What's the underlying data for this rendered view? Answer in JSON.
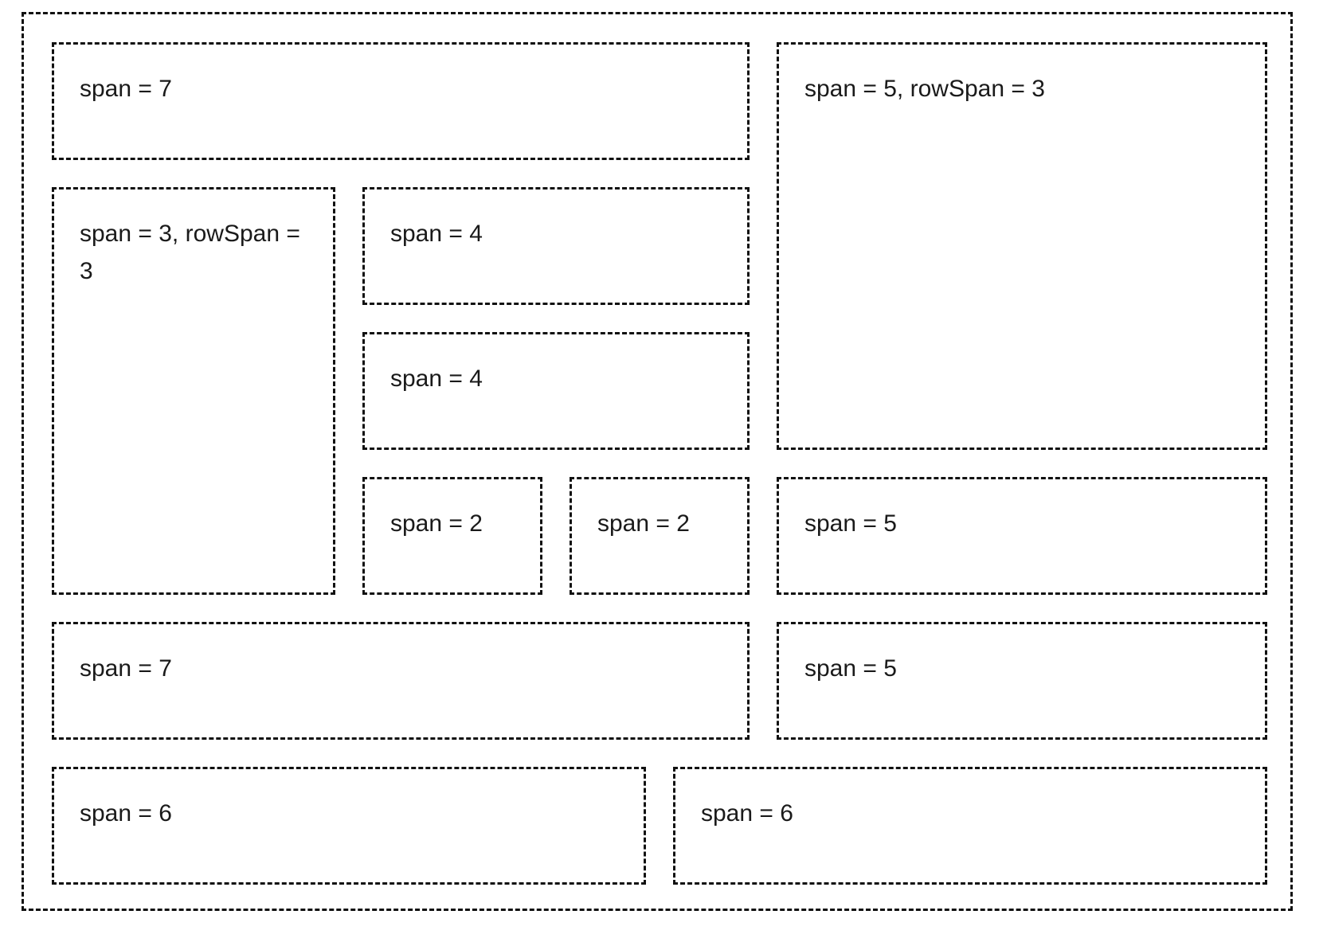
{
  "cells": [
    {
      "label": "span = 7"
    },
    {
      "label": "span = 5, rowSpan = 3"
    },
    {
      "label": "span = 3, rowSpan = 3"
    },
    {
      "label": "span = 4"
    },
    {
      "label": "span = 4"
    },
    {
      "label": "span = 2"
    },
    {
      "label": "span = 2"
    },
    {
      "label": "span = 5"
    },
    {
      "label": "span = 7"
    },
    {
      "label": "span = 5"
    },
    {
      "label": "span = 6"
    },
    {
      "label": "span = 6"
    }
  ]
}
